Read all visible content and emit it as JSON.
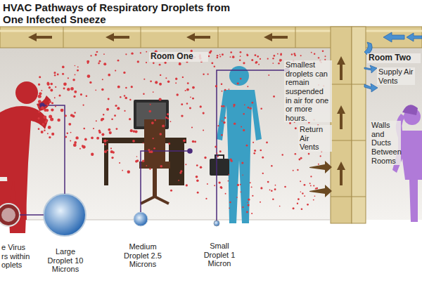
{
  "diagram": {
    "title": "HVAC Pathways of Respiratory Droplets from One Infected Sneeze",
    "labels": [
      "Room One",
      "Room Two",
      "Smallest droplets can remain suspended in air for one or more hours.",
      "Supply Air Vents",
      "Walls and Ducts Between Rooms",
      "Return Air Vents",
      "e Virus rs within oplets",
      "Large Droplet 10 Microns",
      "Medium Droplet 2.5 Microns",
      "Small Droplet 1 Micron"
    ]
  }
}
